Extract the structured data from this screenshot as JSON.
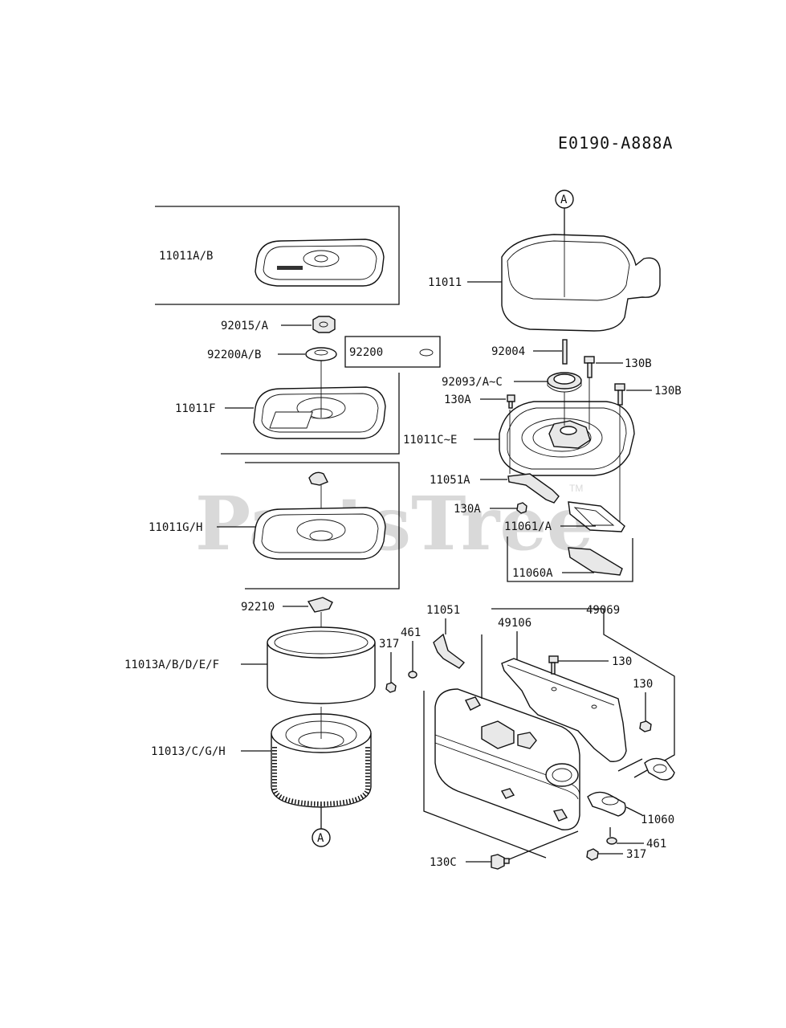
{
  "diagram_code": "E0190-A888A",
  "watermark": "PartsTree",
  "watermark_tm": "TM",
  "ref_markers": {
    "top": "A",
    "bottom": "A"
  },
  "inset_label": "92200",
  "labels": {
    "p11011AB": "11011A/B",
    "p92015A": "92015/A",
    "p92200AB": "92200A/B",
    "p11011F": "11011F",
    "p11011GH": "11011G/H",
    "p92210": "92210",
    "p11013ABDEF": "11013A/B/D/E/F",
    "p11013CGH": "11013/C/G/H",
    "p11011": "11011",
    "p92004": "92004",
    "p130B_1": "130B",
    "p92093": "92093/A~C",
    "p130B_2": "130B",
    "p130A_1": "130A",
    "p11011CE": "11011C~E",
    "p11051A": "11051A",
    "p130A_2": "130A",
    "p11061A": "11061/A",
    "p11060A": "11060A",
    "p11051": "11051",
    "p49069": "49069",
    "p461_1": "461",
    "p49106": "49106",
    "p317_1": "317",
    "p130_1": "130",
    "p130_2": "130",
    "p11060": "11060",
    "p461_2": "461",
    "p317_2": "317",
    "p130C": "130C"
  },
  "icons": {
    "reference_marker": "circle-letter",
    "parts": "line-art"
  }
}
